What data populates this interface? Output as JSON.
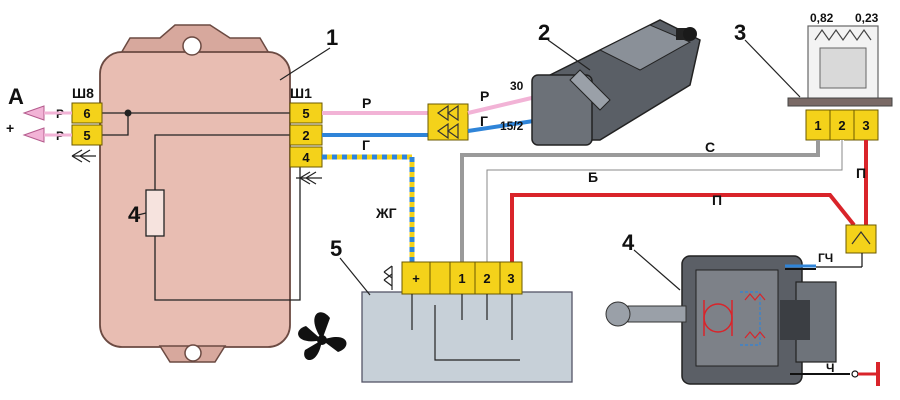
{
  "callouts": {
    "relay": "1",
    "ignition_switch": "2",
    "resistor": "3",
    "fuse": "4",
    "motor": "4",
    "heater_block": "5"
  },
  "connector_a": "А",
  "plus_sign": "+",
  "sh8": {
    "label": "Ш8",
    "pins": [
      "6",
      "5"
    ],
    "wire_letters": [
      "Р",
      "Р"
    ]
  },
  "sh1": {
    "label": "Ш1",
    "pins": [
      "5",
      "2",
      "4"
    ]
  },
  "ignition": {
    "terminals": [
      "30",
      "15/2"
    ]
  },
  "resistor": {
    "values": [
      "0,82",
      "0,23"
    ],
    "pins": [
      "1",
      "2",
      "3"
    ]
  },
  "block5": {
    "pins": [
      "+",
      "1",
      "2",
      "3"
    ]
  },
  "wires": {
    "pink": "Р",
    "blue": "Г",
    "pink_to_switch": "Р",
    "blue_to_switch": "Г",
    "yellow_green": "ЖГ",
    "grey": "С",
    "white": "Б",
    "red": "П",
    "red_vertical": "П",
    "motor_red_black": "ГЧ",
    "motor_black": "Ч"
  },
  "colors": {
    "pink": "#f2b3d6",
    "blue": "#2f84d8",
    "yellow": "#f4d21a",
    "red": "#d9242a",
    "grey": "#9a9a9a",
    "relay_body": "#e8bdb2",
    "block5": "#c7d0d8"
  }
}
